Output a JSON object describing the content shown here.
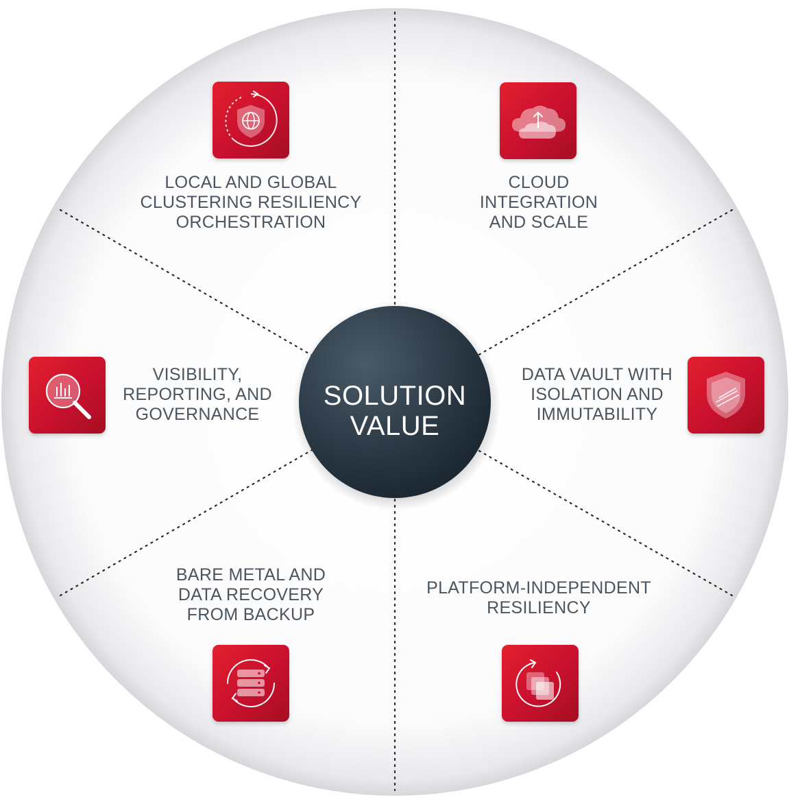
{
  "hub": {
    "line1": "SOLUTION",
    "line2": "VALUE"
  },
  "segments": [
    {
      "icon": "shield-globe-icon",
      "lines": [
        "LOCAL AND GLOBAL",
        "CLUSTERING RESILIENCY",
        "ORCHESTRATION"
      ]
    },
    {
      "icon": "cloud-upload-icon",
      "lines": [
        "CLOUD",
        "INTEGRATION",
        "AND SCALE"
      ]
    },
    {
      "icon": "shield-icon",
      "lines": [
        "DATA VAULT WITH",
        "ISOLATION AND",
        "IMMUTABILITY"
      ]
    },
    {
      "icon": "layers-refresh-icon",
      "lines": [
        "PLATFORM-INDEPENDENT",
        "RESILIENCY"
      ]
    },
    {
      "icon": "server-sync-icon",
      "lines": [
        "BARE METAL AND",
        "DATA RECOVERY",
        "FROM BACKUP"
      ]
    },
    {
      "icon": "magnifier-chart-icon",
      "lines": [
        "VISIBILITY,",
        "REPORTING, AND",
        "GOVERNANCE"
      ]
    }
  ],
  "colors": {
    "accent": "#d71f2b",
    "hub": "#2a3a47",
    "text": "#4a5560",
    "wheel": "#f1f1f3"
  }
}
